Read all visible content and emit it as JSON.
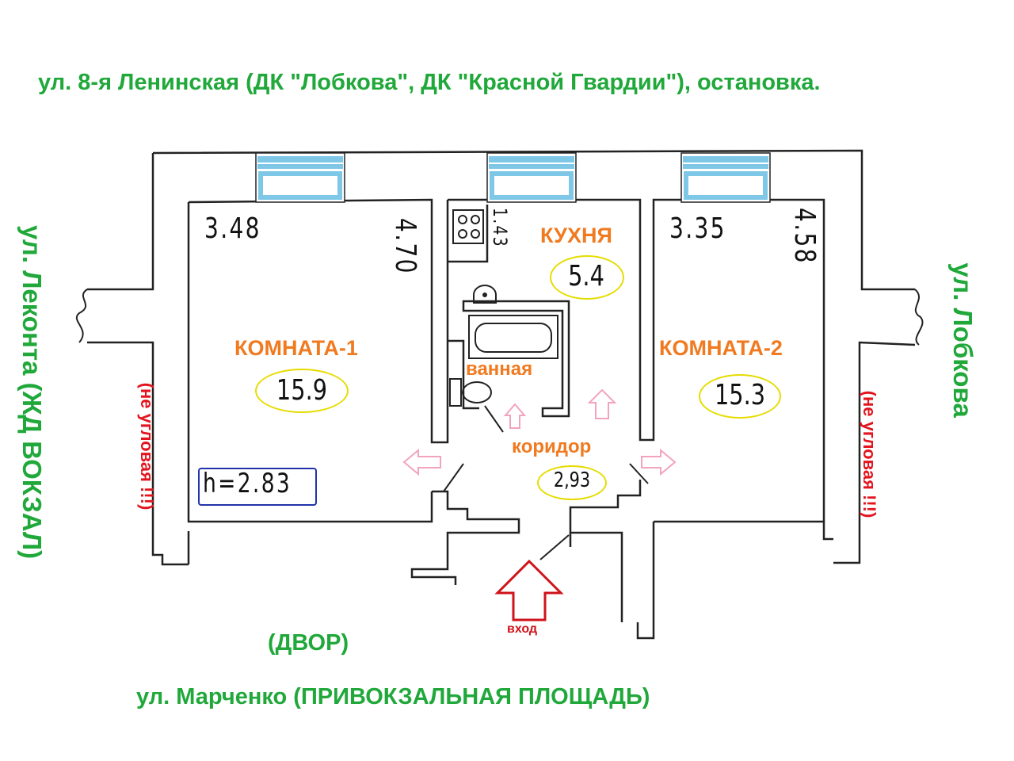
{
  "streets": {
    "top": "ул. 8-я Ленинская (ДК \"Лобкова\", ДК \"Красной Гвардии\"), остановка.",
    "left": "ул. Леконта (ЖД ВОКЗАЛ)",
    "right": "ул. Лобкова",
    "bottom": "ул. Марченко (ПРИВОКЗАЛЬНАЯ ПЛОЩАДЬ)"
  },
  "notes": {
    "left_not_corner": "(не угловая !!!)",
    "right_not_corner": "(не угловая !!!)",
    "yard": "(ДВОР)",
    "entrance": "вход"
  },
  "rooms": {
    "room1": {
      "label": "КОМНАТА-1",
      "area": "15.9",
      "width": "3.48",
      "length": "4.70"
    },
    "room2": {
      "label": "КОМНАТА-2",
      "area": "15.3",
      "width": "3.35",
      "length": "4.58"
    },
    "kitchen": {
      "label": "КУХНЯ",
      "area": "5.4",
      "width": "1.43"
    },
    "bathroom": {
      "label": "ванная"
    },
    "corridor": {
      "label": "коридор",
      "area": "2,93"
    }
  },
  "ceiling_height": "h=2.83",
  "colors": {
    "street": "#20a83a",
    "warning": "#e3141e",
    "room_label": "#f07a20",
    "area_ring": "#e6dc00",
    "window": "#7fc7e6",
    "height_box": "#2233aa"
  }
}
